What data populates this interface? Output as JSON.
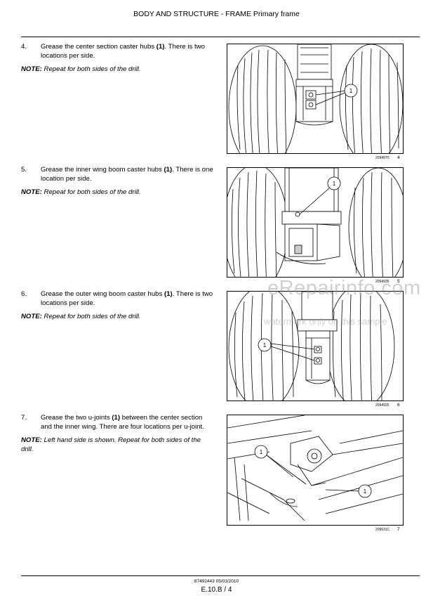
{
  "header": {
    "title": "BODY AND STRUCTURE - FRAME Primary frame"
  },
  "steps": [
    {
      "number": "4.",
      "text_before": "Grease the center section caster hubs ",
      "callout": "(1)",
      "text_after": ". There is two locations per side.",
      "note_label": "NOTE:",
      "note_text": " Repeat for both sides of the drill."
    },
    {
      "number": "5.",
      "text_before": "Grease the inner wing boom caster hubs ",
      "callout": "(1)",
      "text_after": ". There is one location per side.",
      "note_label": "NOTE:",
      "note_text": " Repeat for both sides of the drill."
    },
    {
      "number": "6.",
      "text_before": "Grease the outer wing boom caster hubs ",
      "callout": "(1)",
      "text_after": ". There is two locations per side.",
      "note_label": "NOTE:",
      "note_text": " Repeat for both sides of the drill."
    },
    {
      "number": "7.",
      "text_before": "Grease the two u-joints ",
      "callout": "(1)",
      "text_after": " between the center section and the inner wing. There are four locations per u-joint.",
      "note_label": "NOTE:",
      "note_text": " Left hand side is shown. Repeat for both sides of the drill."
    }
  ],
  "figures": [
    {
      "code": "20949T5",
      "number": "4",
      "callout": "1"
    },
    {
      "code": "2094935",
      "number": "5",
      "callout": "1"
    },
    {
      "code": "2094925",
      "number": "6",
      "callout": "1"
    },
    {
      "code": "209631C",
      "number": "7",
      "callout": "1"
    }
  ],
  "watermark": {
    "main": "eRepairinfo.com",
    "sub": "watermark only on this sample"
  },
  "footer": {
    "doc_code": "87492443 05/03/2010",
    "page": "E.10.B / 4"
  }
}
